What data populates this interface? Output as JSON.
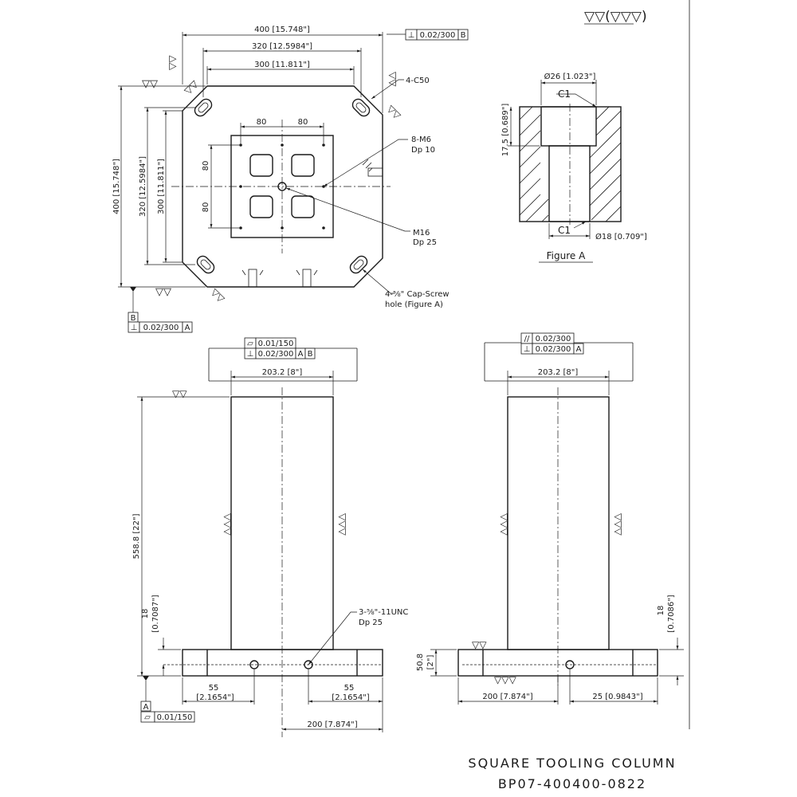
{
  "surface_finish": "▽▽(▽▽▽)",
  "top_view": {
    "dim_400_h": "400 [15.748\"]",
    "dim_320_h": "320 [12.5984\"]",
    "dim_300_h": "300 [11.811\"]",
    "dim_400_v": "400 [15.748\"]",
    "dim_320_v": "320 [12.5984\"]",
    "dim_300_v": "300 [11.811\"]",
    "dim_80_a": "80",
    "dim_80_b": "80",
    "dim_80_c": "80",
    "dim_80_d": "80",
    "chamfer_callout": "4-C50",
    "m6_callout_1": "8-M6",
    "m6_callout_2": "Dp 10",
    "m16_callout_1": "M16",
    "m16_callout_2": "Dp 25",
    "capscrew_callout_1": "4-⅝\" Cap-Screw",
    "capscrew_callout_2": "hole (Figure A)",
    "fcf_top_sym": "⊥",
    "fcf_top_val": "0.02/300",
    "fcf_top_ref": "B",
    "datum_b": "B",
    "fcf_b_sym": "⊥",
    "fcf_b_val": "0.02/300",
    "fcf_b_ref": "A"
  },
  "figure_a": {
    "dia_26": "Ø26 [1.023\"]",
    "c1_top": "C1",
    "depth": "17.5 [0.689\"]",
    "c1_bottom": "C1",
    "dia_18": "Ø18 [0.709\"]",
    "caption": "Figure A"
  },
  "front_view": {
    "fcf1_sym": "▱",
    "fcf1_val": "0.01/150",
    "fcf2_sym": "⊥",
    "fcf2_val": "0.02/300",
    "fcf2_ref1": "A",
    "fcf2_ref2": "B",
    "width": "203.2 [8\"]",
    "height": "558.8 [22\"]",
    "flange_18_a": "18",
    "flange_18_b": "[0.7087\"]",
    "tap_1": "3-⅝\"-11UNC",
    "tap_2": "Dp 25",
    "dim_55_l_a": "55",
    "dim_55_l_b": "[2.1654\"]",
    "dim_55_r_a": "55",
    "dim_55_r_b": "[2.1654\"]",
    "dim_200": "200 [7.874\"]",
    "datum_a": "A",
    "fcf_a_sym": "▱",
    "fcf_a_val": "0.01/150"
  },
  "side_view": {
    "fcf1_sym": "//",
    "fcf1_val": "0.02/300",
    "fcf2_sym": "⊥",
    "fcf2_val": "0.02/300",
    "fcf2_ref": "A",
    "width": "203.2 [8\"]",
    "flange_18_a": "18",
    "flange_18_b": "[0.7086\"]",
    "dim_508_a": "50.8",
    "dim_508_b": "[2\"]",
    "dim_200": "200 [7.874\"]",
    "dim_25": "25 [0.9843\"]"
  },
  "title_block": {
    "title": "SQUARE TOOLING COLUMN",
    "part_no": "BP07-400400-0822"
  }
}
